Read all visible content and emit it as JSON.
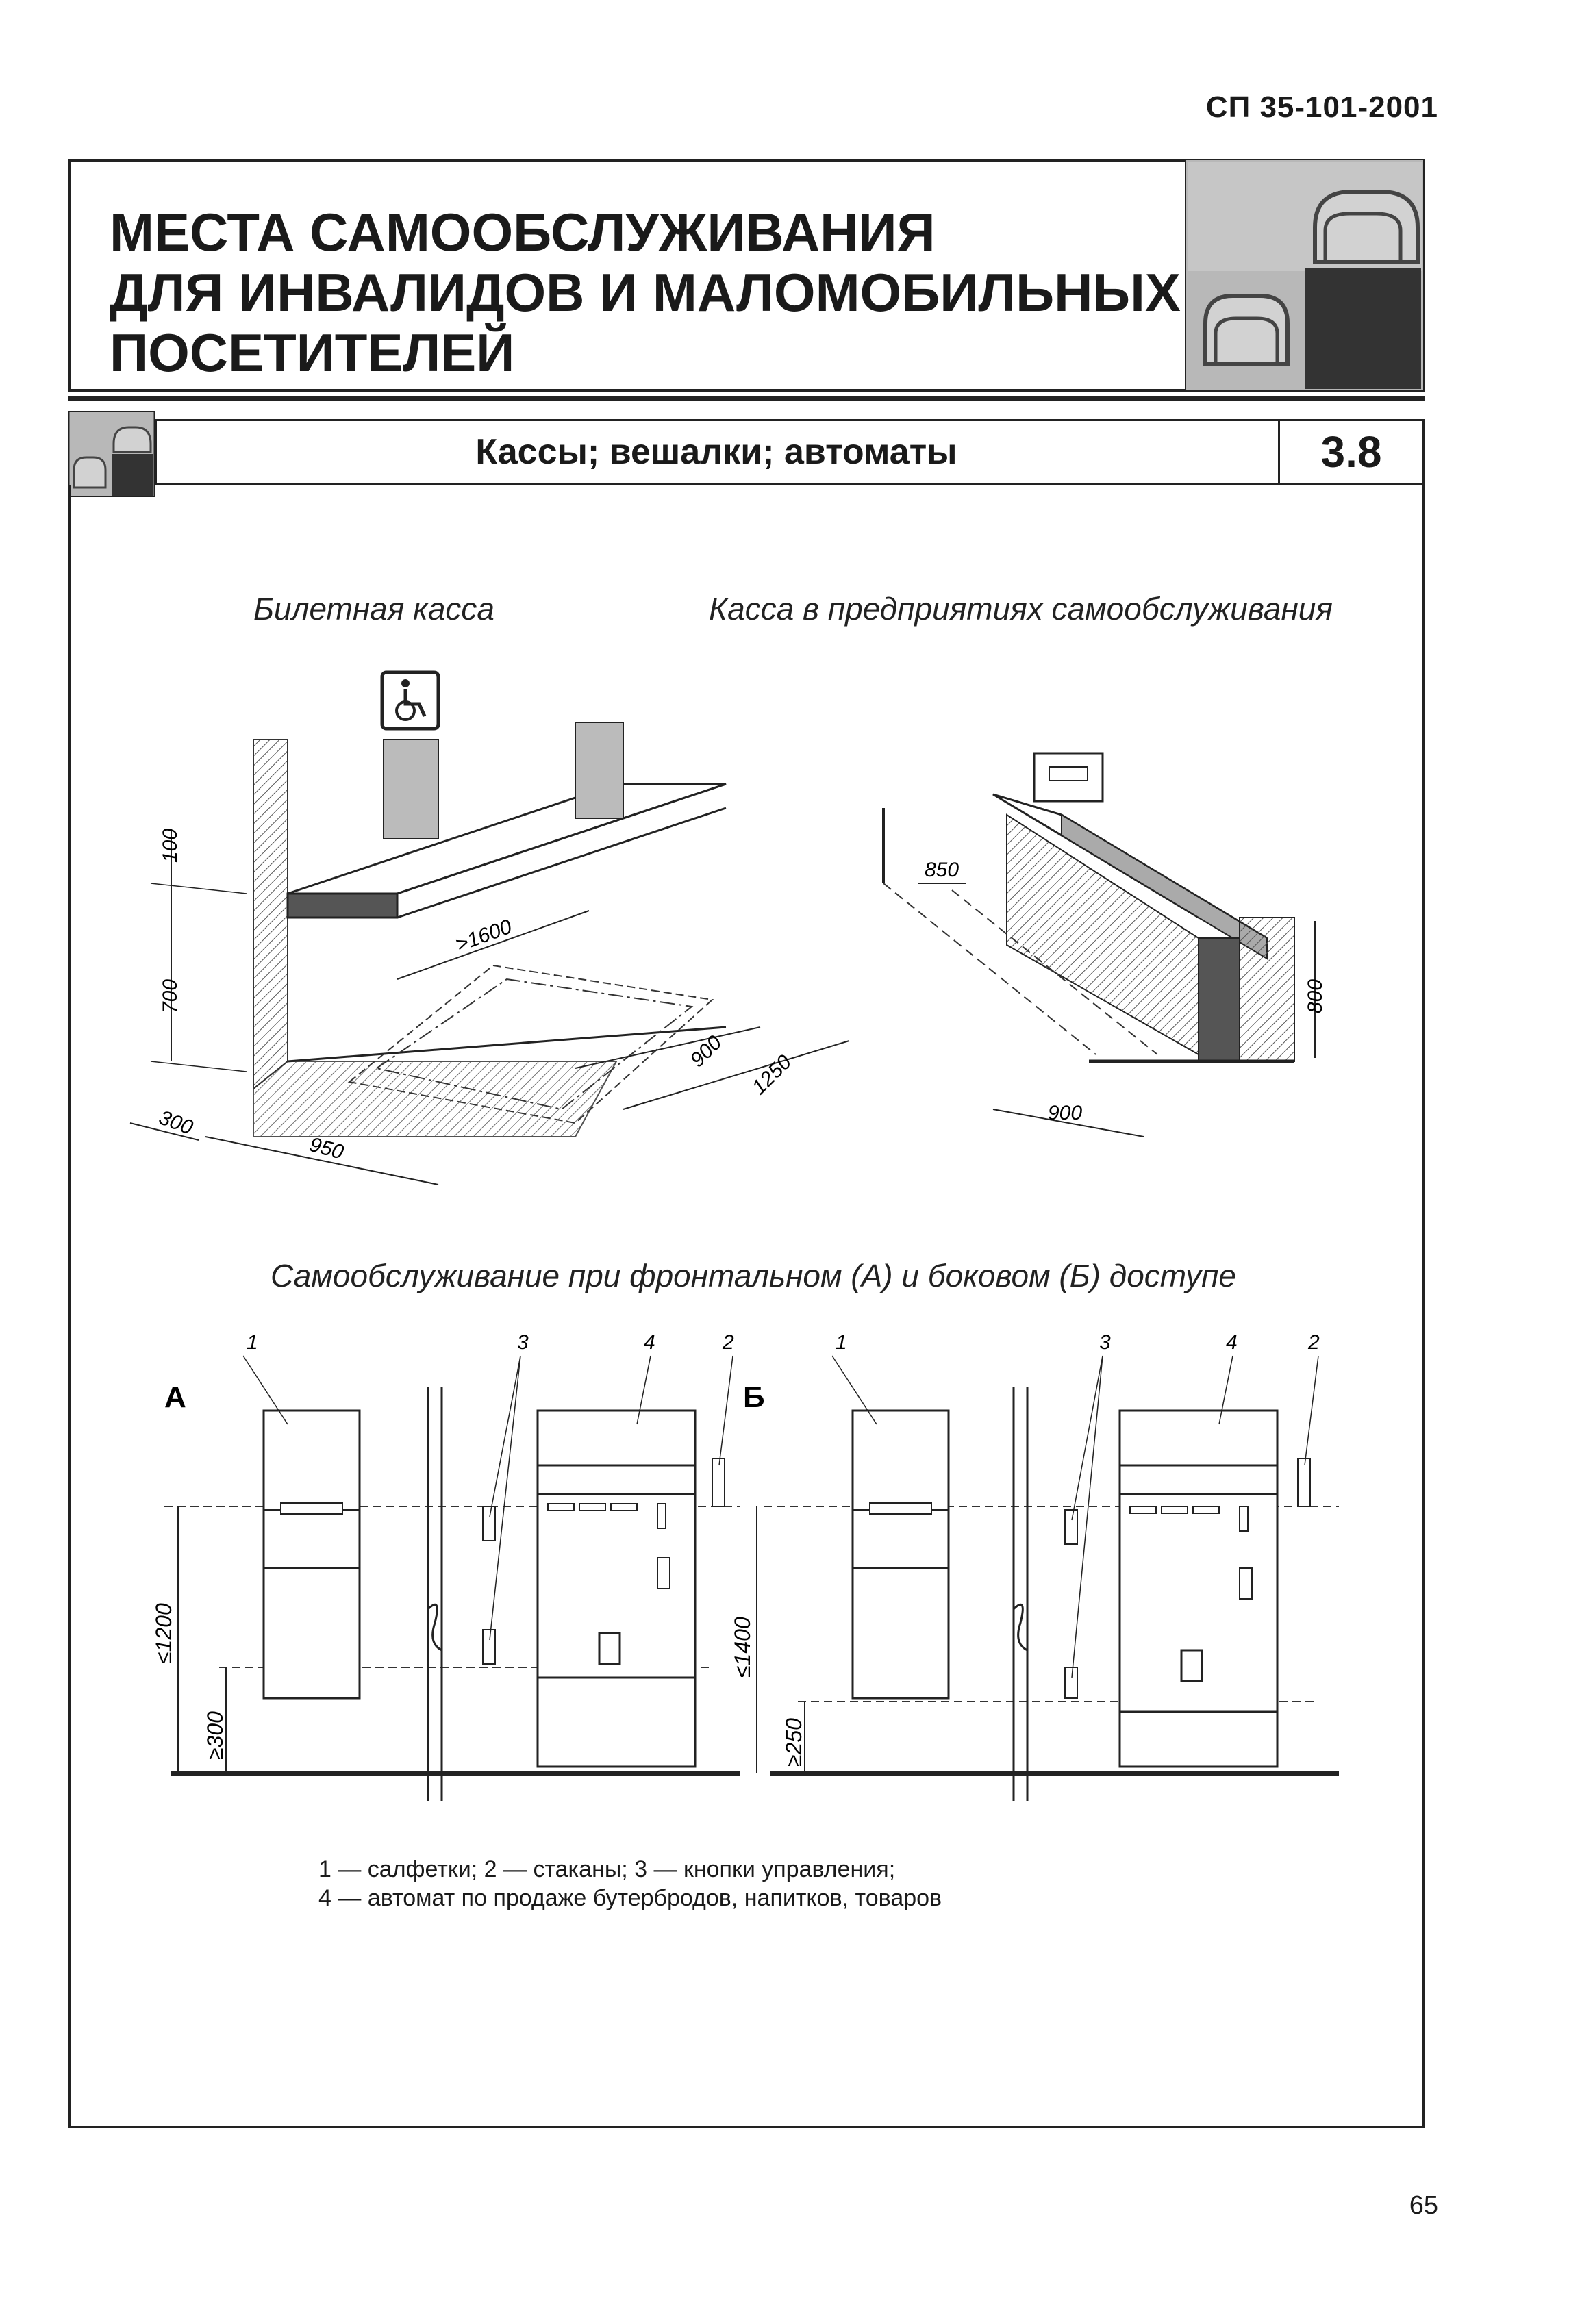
{
  "header": {
    "doc_code": "СП 35-101-2001",
    "title_lines": [
      "МЕСТА САМООБСЛУЖИВАНИЯ",
      "ДЛЯ ИНВАЛИДОВ И МАЛОМОБИЛЬНЫХ",
      "ПОСЕТИТЕЛЕЙ"
    ]
  },
  "section": {
    "title": "Кассы; вешалки; автоматы",
    "number": "3.8"
  },
  "figures": {
    "ticket_office": {
      "caption": "Билетная касса",
      "dims": [
        "100",
        "700",
        ">1600",
        "900",
        "1250",
        "300",
        "950"
      ]
    },
    "self_service_till": {
      "caption": "Касса в предприятиях самообслуживания",
      "dims": [
        "850",
        "800",
        "900"
      ]
    },
    "self_service_access": {
      "caption": "Самообслуживание при фронтальном (А) и боковом (Б) доступе",
      "panel_a": {
        "label": "А",
        "callouts": [
          "1",
          "3",
          "4",
          "2"
        ],
        "dims": [
          "≤1200",
          "≥300"
        ]
      },
      "panel_b": {
        "label": "Б",
        "callouts": [
          "1",
          "3",
          "4",
          "2"
        ],
        "dims": [
          "≤1400",
          "≥250"
        ]
      }
    }
  },
  "legend": {
    "line1": "1 — салфетки; 2 — стаканы; 3 — кнопки управления;",
    "line2": "4 — автомат по продаже бутербродов, напитков, товаров"
  },
  "page_number": "65"
}
